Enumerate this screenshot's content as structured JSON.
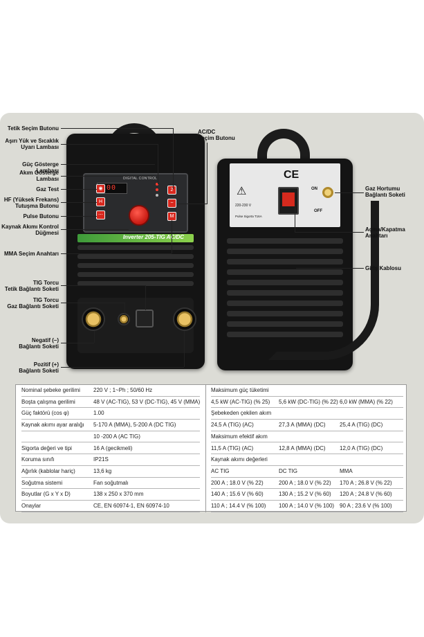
{
  "callouts_left": [
    {
      "id": "trigger",
      "text": "Tetik Seçim Butonu"
    },
    {
      "id": "overheat",
      "text": "Aşırı Yük ve Sıcaklık\nUyarı Lambası"
    },
    {
      "id": "power_lamp",
      "text": "Güç Gösterge Lambası"
    },
    {
      "id": "current_lamp",
      "text": "Akım Gösterge\nLambası"
    },
    {
      "id": "gas_test",
      "text": "Gaz Test"
    },
    {
      "id": "hf",
      "text": "HF (Yüksek Frekans)\nTutuşma Butonu"
    },
    {
      "id": "pulse",
      "text": "Pulse Butonu"
    },
    {
      "id": "knob",
      "text": "Kaynak Akımı Kontrol\nDüğmesi"
    },
    {
      "id": "mma",
      "text": "MMA Seçim Anahtarı"
    },
    {
      "id": "tig_trigger_socket",
      "text": "TIG Torcu\nTetik Bağlantı Soketi"
    },
    {
      "id": "tig_gas_socket",
      "text": "TIG Torcu\nGaz Bağlantı Soketi"
    },
    {
      "id": "negative",
      "text": "Negatif (–)\nBağlantı Soketi"
    },
    {
      "id": "positive",
      "text": "Pozitif (+)\nBağlantı Soketi"
    }
  ],
  "callouts_right": [
    {
      "id": "acdc",
      "text": "AC/DC\nSeçim Butonu"
    },
    {
      "id": "gas_hose",
      "text": "Gaz Hortumu\nBağlantı Soketi"
    },
    {
      "id": "onoff",
      "text": "Açma/Kapatma\nAnahtarı"
    },
    {
      "id": "input_cable",
      "text": "Giriş Kablosu"
    }
  ],
  "machine": {
    "panel_title": "DIGITAL CONTROL",
    "display_value": "200",
    "brand_strip": "Inverter 205-TIG AC/DC",
    "rear_on": "ON",
    "rear_off": "OFF",
    "rear_voltage": "220-230 V",
    "rear_fuse": "Pulse Sigorta T16A",
    "ce_mark": "CE"
  },
  "spec_left": [
    {
      "label": "Nominal şebeke gerilimi",
      "value": "220 V ; 1~Ph ; 50/60 Hz"
    },
    {
      "label": "Boşta çalışma gerilimi",
      "value": "48 V (AC-TIG), 53 V (DC-TIG), 45 V (MMA)"
    },
    {
      "label": "Güç faktörü (cos φ)",
      "value": "1.00"
    },
    {
      "label": "Kaynak akımı ayar aralığı",
      "value": "5-170 A (MMA), 5-200 A (DC TIG)"
    },
    {
      "label": "",
      "value": "10 -200 A (AC TIG)"
    },
    {
      "label": "Sigorta değeri ve tipi",
      "value": "16 A (gecikmeli)"
    },
    {
      "label": "Koruma sınıfı",
      "value": "IP21S"
    },
    {
      "label": "Ağırlık (kablolar hariç)",
      "value": "13,6 kg"
    },
    {
      "label": "Soğutma sistemi",
      "value": "Fan soğutmalı"
    },
    {
      "label": "Boyutlar (G x Y x D)",
      "value": "138 x 250 x 370 mm"
    },
    {
      "label": "Onaylar",
      "value": "CE, EN 60974-1, EN 60974-10"
    }
  ],
  "spec_right": [
    {
      "cells": [
        "Maksimum güç tüketimi",
        "",
        ""
      ]
    },
    {
      "cells": [
        "4,5 kW (AC-TIG) (% 25)",
        "5,6 kW (DC-TIG) (% 22)",
        "6,0 kW (MMA) (% 22)"
      ]
    },
    {
      "cells": [
        "Şebekeden çekilen akım",
        "",
        ""
      ]
    },
    {
      "cells": [
        "24,5 A (TIG) (AC)",
        "27,3 A (MMA) (DC)",
        "25,4 A (TIG) (DC)"
      ]
    },
    {
      "cells": [
        "Maksimum efektif akım",
        "",
        ""
      ]
    },
    {
      "cells": [
        "11,5 A (TIG) (AC)",
        "12,8 A (MMA) (DC)",
        "12,0 A (TIG) (DC)"
      ]
    },
    {
      "cells": [
        "Kaynak akımı değerleri",
        "",
        ""
      ]
    },
    {
      "cells": [
        "AC TIG",
        "DC TIG",
        "MMA"
      ]
    },
    {
      "cells": [
        "200 A ; 18.0 V (% 22)",
        "200 A ; 18.0 V (% 22)",
        "170 A ; 26.8 V (% 22)"
      ]
    },
    {
      "cells": [
        "140 A ; 15.6 V (% 60)",
        "130 A ; 15.2 V (% 60)",
        "120 A ; 24.8 V (% 60)"
      ]
    },
    {
      "cells": [
        "110 A ; 14.4 V (% 100)",
        "100 A ; 14.0 V (% 100)",
        "90 A ; 23.6 V (% 100)"
      ]
    }
  ]
}
